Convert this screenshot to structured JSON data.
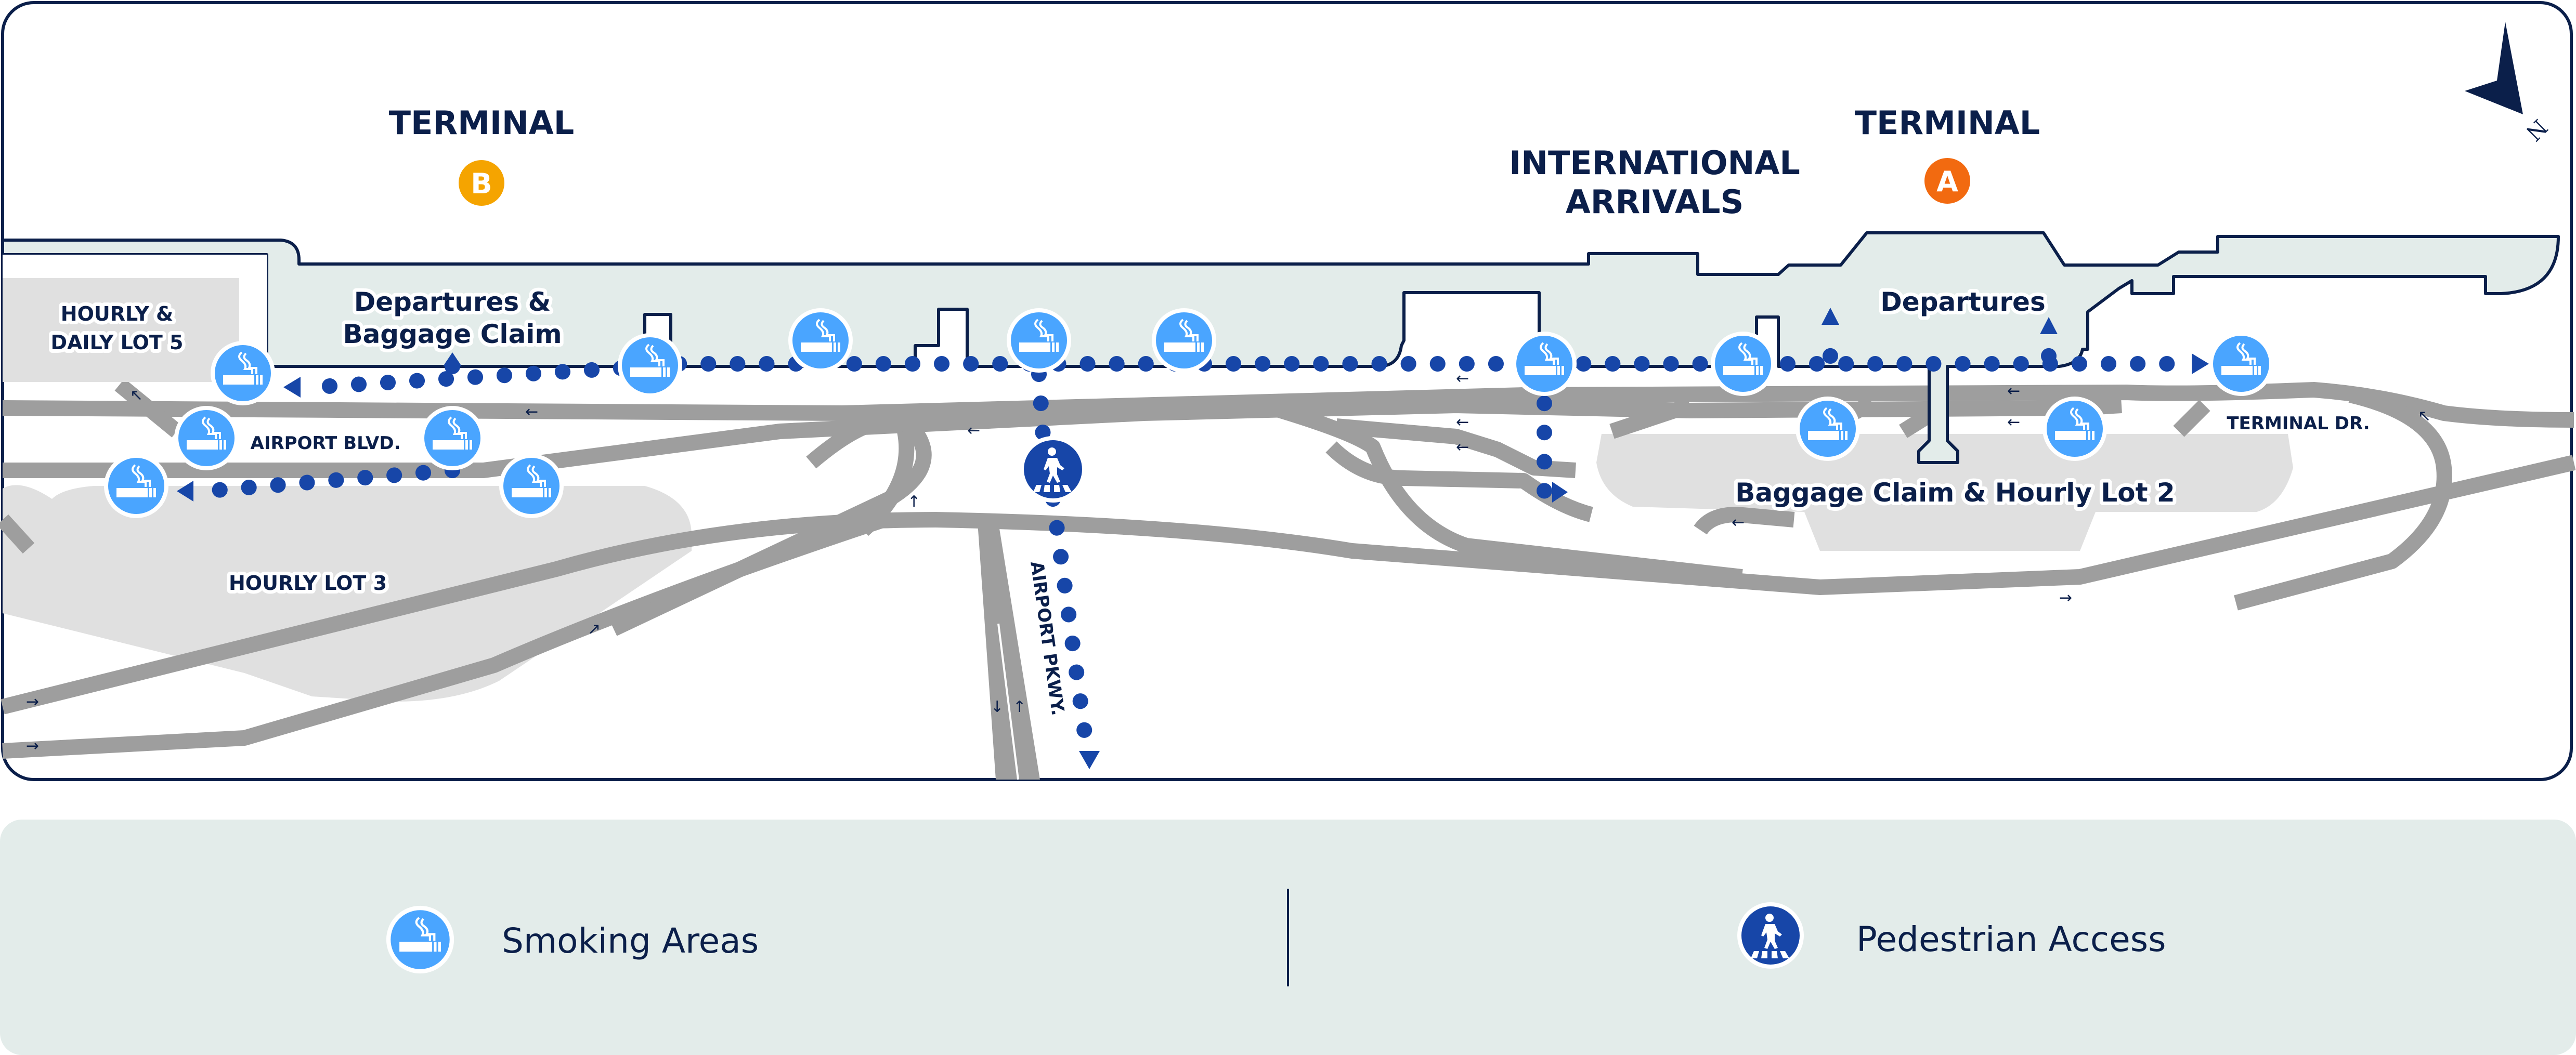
{
  "map": {
    "terminals": [
      {
        "title": "TERMINAL",
        "badge": "B",
        "badge_color": "#f5a400"
      },
      {
        "title": "TERMINAL",
        "badge": "A",
        "badge_color": "#f26a10"
      }
    ],
    "international_arrivals": {
      "line1": "INTERNATIONAL",
      "line2": "ARRIVALS"
    },
    "areas": {
      "lot5": {
        "line1": "HOURLY &",
        "line2": "DAILY LOT 5"
      },
      "terminal_b_zone": {
        "line1": "Departures &",
        "line2": "Baggage Claim"
      },
      "terminal_a_departures": "Departures",
      "lot2": "Baggage Claim & Hourly Lot 2",
      "lot3": "HOURLY LOT 3"
    },
    "roads": {
      "airport_blvd": "AIRPORT BLVD.",
      "airport_pkwy": "AIRPORT PKWY.",
      "terminal_dr": "TERMINAL DR."
    },
    "compass": {
      "label": "N"
    },
    "colors": {
      "navy": "#0b1f4a",
      "smoking_blue": "#4aa5ff",
      "pedestrian_blue": "#1746a8",
      "road_gray": "#9e9e9e",
      "building_fill": "#e3ecea",
      "lot_fill": "#e0e0e0",
      "legend_bg": "#e3ecea"
    }
  },
  "legend": {
    "items": [
      {
        "icon": "smoking-area-icon",
        "label": "Smoking Areas"
      },
      {
        "icon": "pedestrian-crossing-icon",
        "label": "Pedestrian Access"
      }
    ]
  }
}
